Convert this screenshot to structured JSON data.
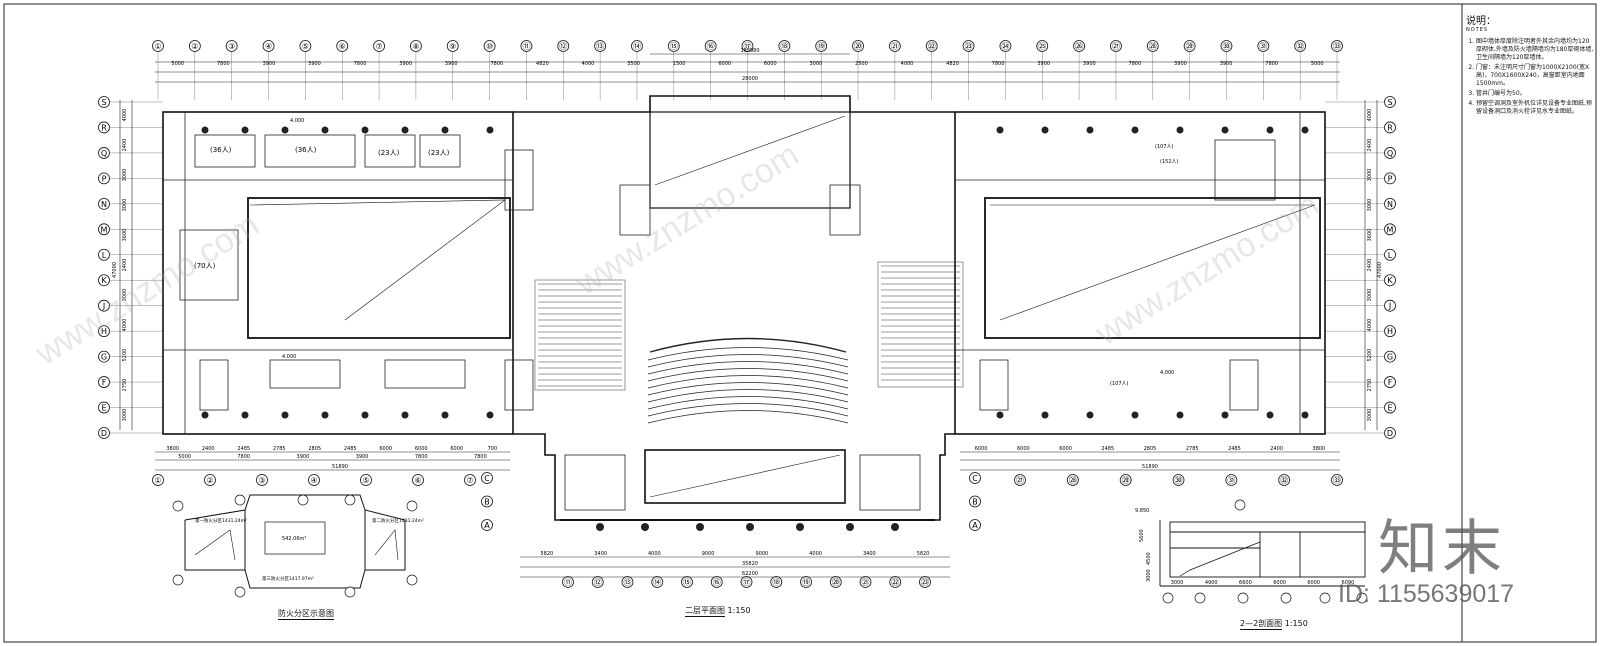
{
  "notes": {
    "title": "说明：",
    "subtitle": "NOTES",
    "items": [
      "图中墙体厚度除注明者外其余内墙均为120厚砌体,外墙及防火墙隔墙均为180厚砌体墙,卫生间隔墙为120厚墙体。",
      "门窗：未注明尺寸门窗为1000X2100(宽X高)，700X1600X240，高窗距室内地面1500mm。",
      "管井门编号为50。",
      "预留空调洞及室外机位详见设备专业图纸,预留设备洞口及消火栓详见水专业图纸。"
    ]
  },
  "drawings": {
    "plan_title": "二层平面图",
    "plan_scale": "1:150",
    "section_title": "2—2剖面图",
    "section_scale": "1:150",
    "fire_title": "防火分区示意图"
  },
  "watermark": {
    "brand": "知末",
    "id": "ID: 1155639017",
    "url": "www.znzmo.com"
  },
  "grid_top": [
    "①",
    "②",
    "③",
    "④",
    "⑤",
    "⑥",
    "⑦",
    "⑧",
    "⑨",
    "⑩",
    "⑪",
    "⑫",
    "⑬",
    "⑭",
    "⑮",
    "⑯",
    "⑰",
    "⑱",
    "⑲",
    "⑳",
    "㉑",
    "㉒",
    "㉓",
    "㉔",
    "㉕",
    "㉖",
    "㉗",
    "㉘",
    "㉙",
    "㉚",
    "㉛",
    "㉜",
    "㉝"
  ],
  "grid_bottom_left": [
    "①",
    "②",
    "③",
    "④",
    "⑤",
    "⑥",
    "⑦"
  ],
  "grid_bottom_center": [
    "⑪",
    "⑫",
    "⑬",
    "⑭",
    "⑮",
    "⑯",
    "⑰",
    "⑱",
    "⑲",
    "⑳",
    "㉑",
    "㉒",
    "㉓"
  ],
  "grid_bottom_right": [
    "㉗",
    "㉘",
    "㉙",
    "㉚",
    "㉛",
    "㉜",
    "㉝"
  ],
  "grid_left": [
    "S",
    "R",
    "Q",
    "P",
    "N",
    "M",
    "L",
    "K",
    "J",
    "H",
    "G",
    "F",
    "E",
    "D"
  ],
  "grid_left_lower": [
    "C",
    "B",
    "A"
  ],
  "dimensions": {
    "top_row": [
      "5000",
      "7800",
      "3900",
      "3900",
      "7800",
      "3900",
      "3900",
      "7800",
      "4820",
      "4000",
      "3500",
      "1500",
      "6000",
      "6000",
      "3000",
      "2500",
      "4000",
      "4820",
      "7800",
      "3900",
      "3900",
      "7800",
      "3900",
      "3900",
      "7800",
      "5000"
    ],
    "top_total": "165980",
    "top_sub": "28000",
    "bottom_row_left": [
      "3800",
      "2400",
      "2485",
      "2785",
      "2805",
      "2485",
      "6000",
      "6000",
      "6000",
      "700"
    ],
    "bottom_row_left2": [
      "5000",
      "7800",
      "3900",
      "3900",
      "7800",
      "7800"
    ],
    "bottom_total_left": "51890",
    "bottom_row_right": [
      "6000",
      "6000",
      "6000",
      "2485",
      "2805",
      "2785",
      "2485",
      "2400",
      "3800"
    ],
    "bottom_total_right": "51890",
    "bottom_center": [
      "5820",
      "3400",
      "4000",
      "9000",
      "9000",
      "4000",
      "3400",
      "5820"
    ],
    "bottom_center_sub": "35820",
    "bottom_center_total": "62200",
    "left_side": [
      "4000",
      "2400",
      "3000",
      "3000",
      "3600",
      "2400",
      "3000",
      "4000",
      "5200",
      "2750",
      "3000"
    ],
    "left_total": "47000",
    "right_side": [
      "4000",
      "2400",
      "3000",
      "3000",
      "3600",
      "2400",
      "3000",
      "4000",
      "5200",
      "2750",
      "3000"
    ],
    "right_total": "47000",
    "section_bottom": [
      "3000",
      "4900",
      "6600",
      "6000",
      "6000",
      "6090"
    ]
  },
  "room_labels": {
    "meeting_1": "(36人)",
    "meeting_2": "(36人)",
    "meeting_3": "(23人)",
    "meeting_4": "(23人)",
    "meeting_5": "(70人)",
    "level_1": "4.000",
    "level_2": "4.000",
    "level_3": "4.000",
    "area_1": "(107人)",
    "area_2": "(107人)",
    "area_3": "(152人)"
  },
  "fire_zone": {
    "zone_1": "第一防火分区1431.24m²",
    "zone_2": "第二防火分区1431.24m²",
    "zone_3": "542.06m²",
    "zone_4": "第三防火分区1417.97m²"
  },
  "section_labels": {
    "level_top": "9.850",
    "height_1": "5600",
    "height_2": "4500",
    "height_3": "3000"
  }
}
